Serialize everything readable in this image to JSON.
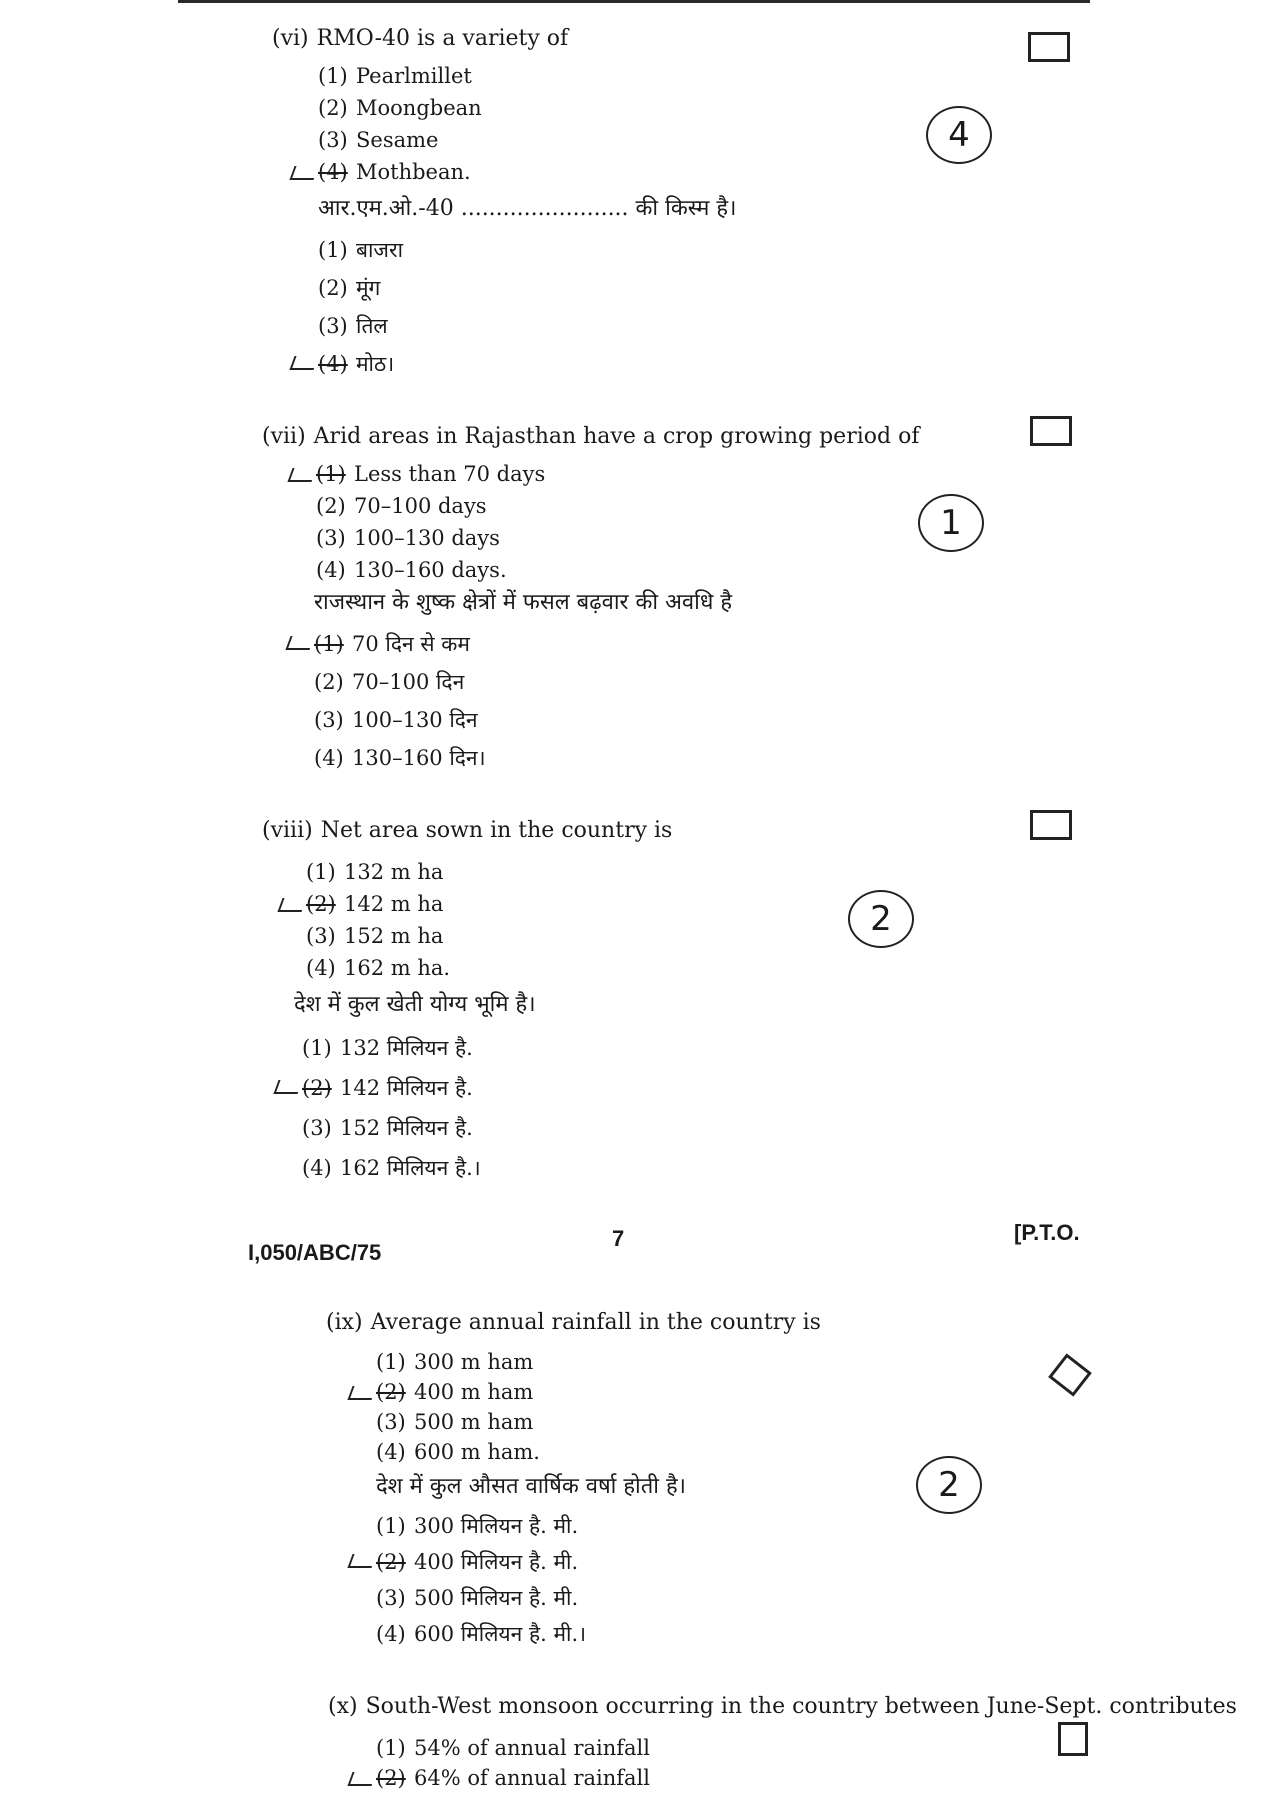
{
  "questions": [
    {
      "num": "(vi)",
      "en": "RMO-40 is a variety of",
      "en_options": [
        "Pearlmillet",
        "Moongbean",
        "Sesame",
        "Mothbean."
      ],
      "hi": "आर.एम.ओ.-40 ........................ की किस्म है।",
      "hi_options": [
        "बाजरा",
        "मूंग",
        "तिल",
        "मोठ।"
      ],
      "answer": "4"
    },
    {
      "num": "(vii)",
      "en": "Arid areas in Rajasthan have a crop growing period of",
      "en_options": [
        "Less than 70 days",
        "70–100 days",
        "100–130 days",
        "130–160 days."
      ],
      "hi": "राजस्थान के शुष्क क्षेत्रों में फसल बढ़वार की अवधि है",
      "hi_options": [
        "70 दिन से कम",
        "70–100 दिन",
        "100–130 दिन",
        "130–160 दिन।"
      ],
      "answer": "1"
    },
    {
      "num": "(viii)",
      "en": "Net area sown in the country is",
      "en_options": [
        "132 m ha",
        "142 m ha",
        "152 m ha",
        "162 m ha."
      ],
      "hi": "देश में कुल खेती योग्य भूमि है।",
      "hi_options": [
        "132 मिलियन है.",
        "142 मिलियन है.",
        "152 मिलियन है.",
        "162 मिलियन है.।"
      ],
      "answer": "2"
    },
    {
      "num": "(ix)",
      "en": "Average annual rainfall in the country is",
      "en_options": [
        "300 m ham",
        "400 m ham",
        "500 m ham",
        "600 m ham."
      ],
      "hi": "देश में कुल औसत वार्षिक वर्षा होती है।",
      "hi_options": [
        "300 मिलियन है. मी.",
        "400 मिलियन है. मी.",
        "500 मिलियन है. मी.",
        "600 मिलियन है. मी.।"
      ],
      "answer": "2"
    },
    {
      "num": "(x)",
      "en": "South-West monsoon occurring in the country between June-Sept. contributes",
      "en_options": [
        "54% of annual rainfall",
        "64% of annual rainfall"
      ]
    }
  ],
  "option_labels": [
    "(1)",
    "(2)",
    "(3)",
    "(4)"
  ],
  "footer": {
    "code": "I,050/ABC/75",
    "page": "7",
    "pto": "[P.T.O."
  }
}
